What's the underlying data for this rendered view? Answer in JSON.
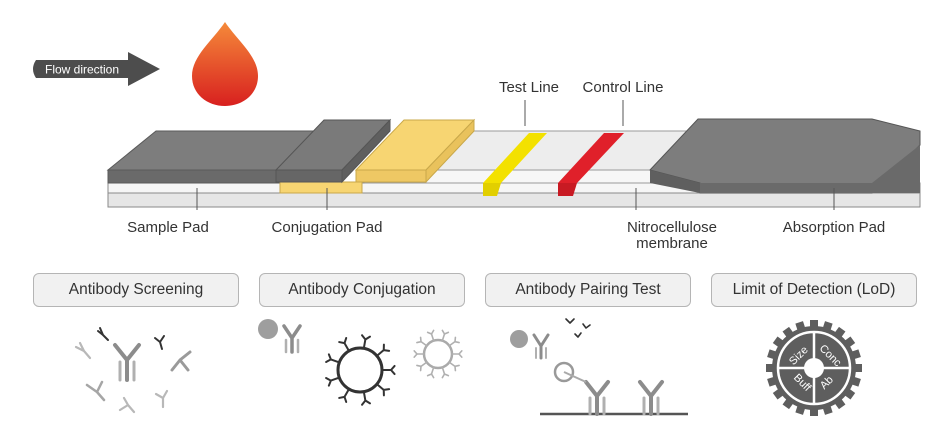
{
  "flow": {
    "label": "Flow direction"
  },
  "strip": {
    "test_line": "Test Line",
    "control_line": "Control Line",
    "sample_pad": "Sample Pad",
    "conjugation_pad": "Conjugation Pad",
    "nitrocellulose_line1": "Nitrocellulose",
    "nitrocellulose_line2": "membrane",
    "absorption_pad": "Absorption Pad"
  },
  "services": [
    {
      "label": "Antibody Screening"
    },
    {
      "label": "Antibody Conjugation"
    },
    {
      "label": "Antibody Pairing Test"
    },
    {
      "label": "Limit of Detection (LoD)"
    }
  ],
  "gear": {
    "q1": "Size",
    "q2": "Conc",
    "q3": "Buff",
    "q4": "Ab"
  },
  "colors": {
    "pad_dark": "#707070",
    "pad_top": "#7d7d7d",
    "conj_yellow": "#f7d572",
    "test_yellow": "#f3e100",
    "control_red": "#e0202a",
    "membrane": "#ececec",
    "drop_top": "#f58a3a",
    "drop_bottom": "#d8201f"
  }
}
